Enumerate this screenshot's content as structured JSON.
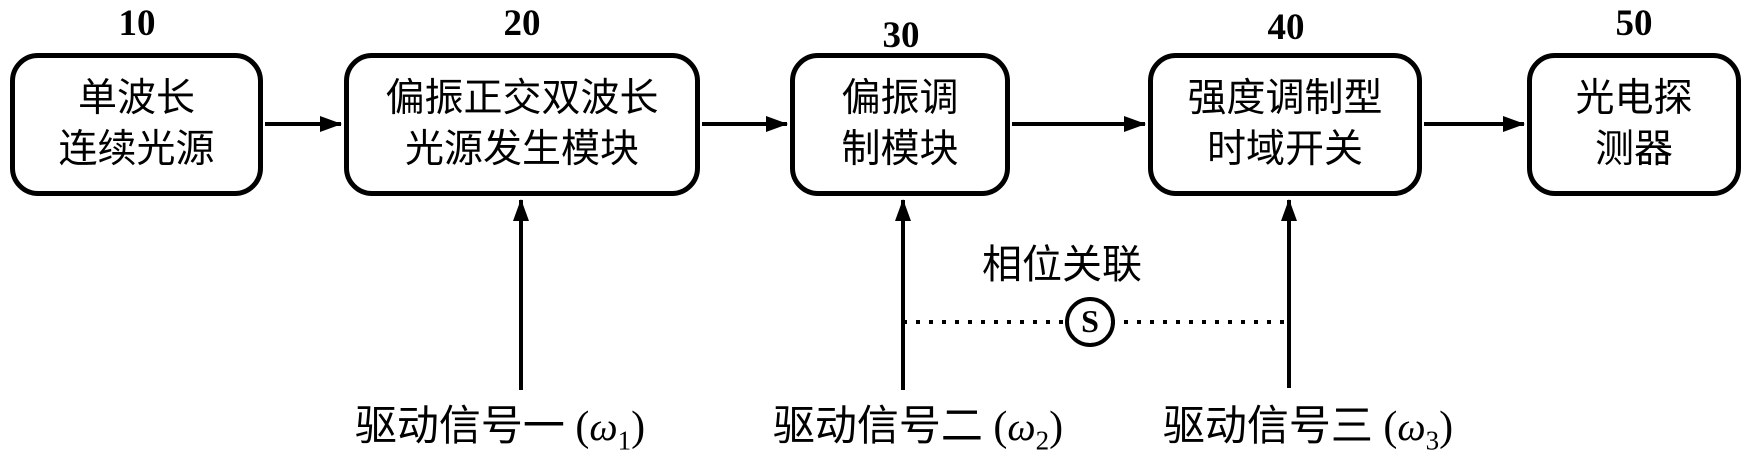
{
  "figure": {
    "blocks": [
      {
        "ref": "10",
        "lines": [
          "单波长",
          "连续光源"
        ]
      },
      {
        "ref": "20",
        "lines": [
          "偏振正交双波长",
          "光源发生模块"
        ]
      },
      {
        "ref": "30",
        "lines": [
          "偏振调",
          "制模块"
        ]
      },
      {
        "ref": "40",
        "lines": [
          "强度调制型",
          "时域开关"
        ]
      },
      {
        "ref": "50",
        "lines": [
          "光电探",
          "测器"
        ]
      }
    ],
    "drive_signals": [
      {
        "prefix": "驱动信号一 (",
        "symbol": "ω",
        "subscript": "1",
        "suffix": ")"
      },
      {
        "prefix": "驱动信号二 (",
        "symbol": "ω",
        "subscript": "2",
        "suffix": ")"
      },
      {
        "prefix": "驱动信号三 (",
        "symbol": "ω",
        "subscript": "3",
        "suffix": ")"
      }
    ],
    "phase_link": {
      "label": "相位关联",
      "symbol": "S"
    },
    "colors": {
      "stroke": "#000000",
      "background": "#ffffff"
    }
  }
}
